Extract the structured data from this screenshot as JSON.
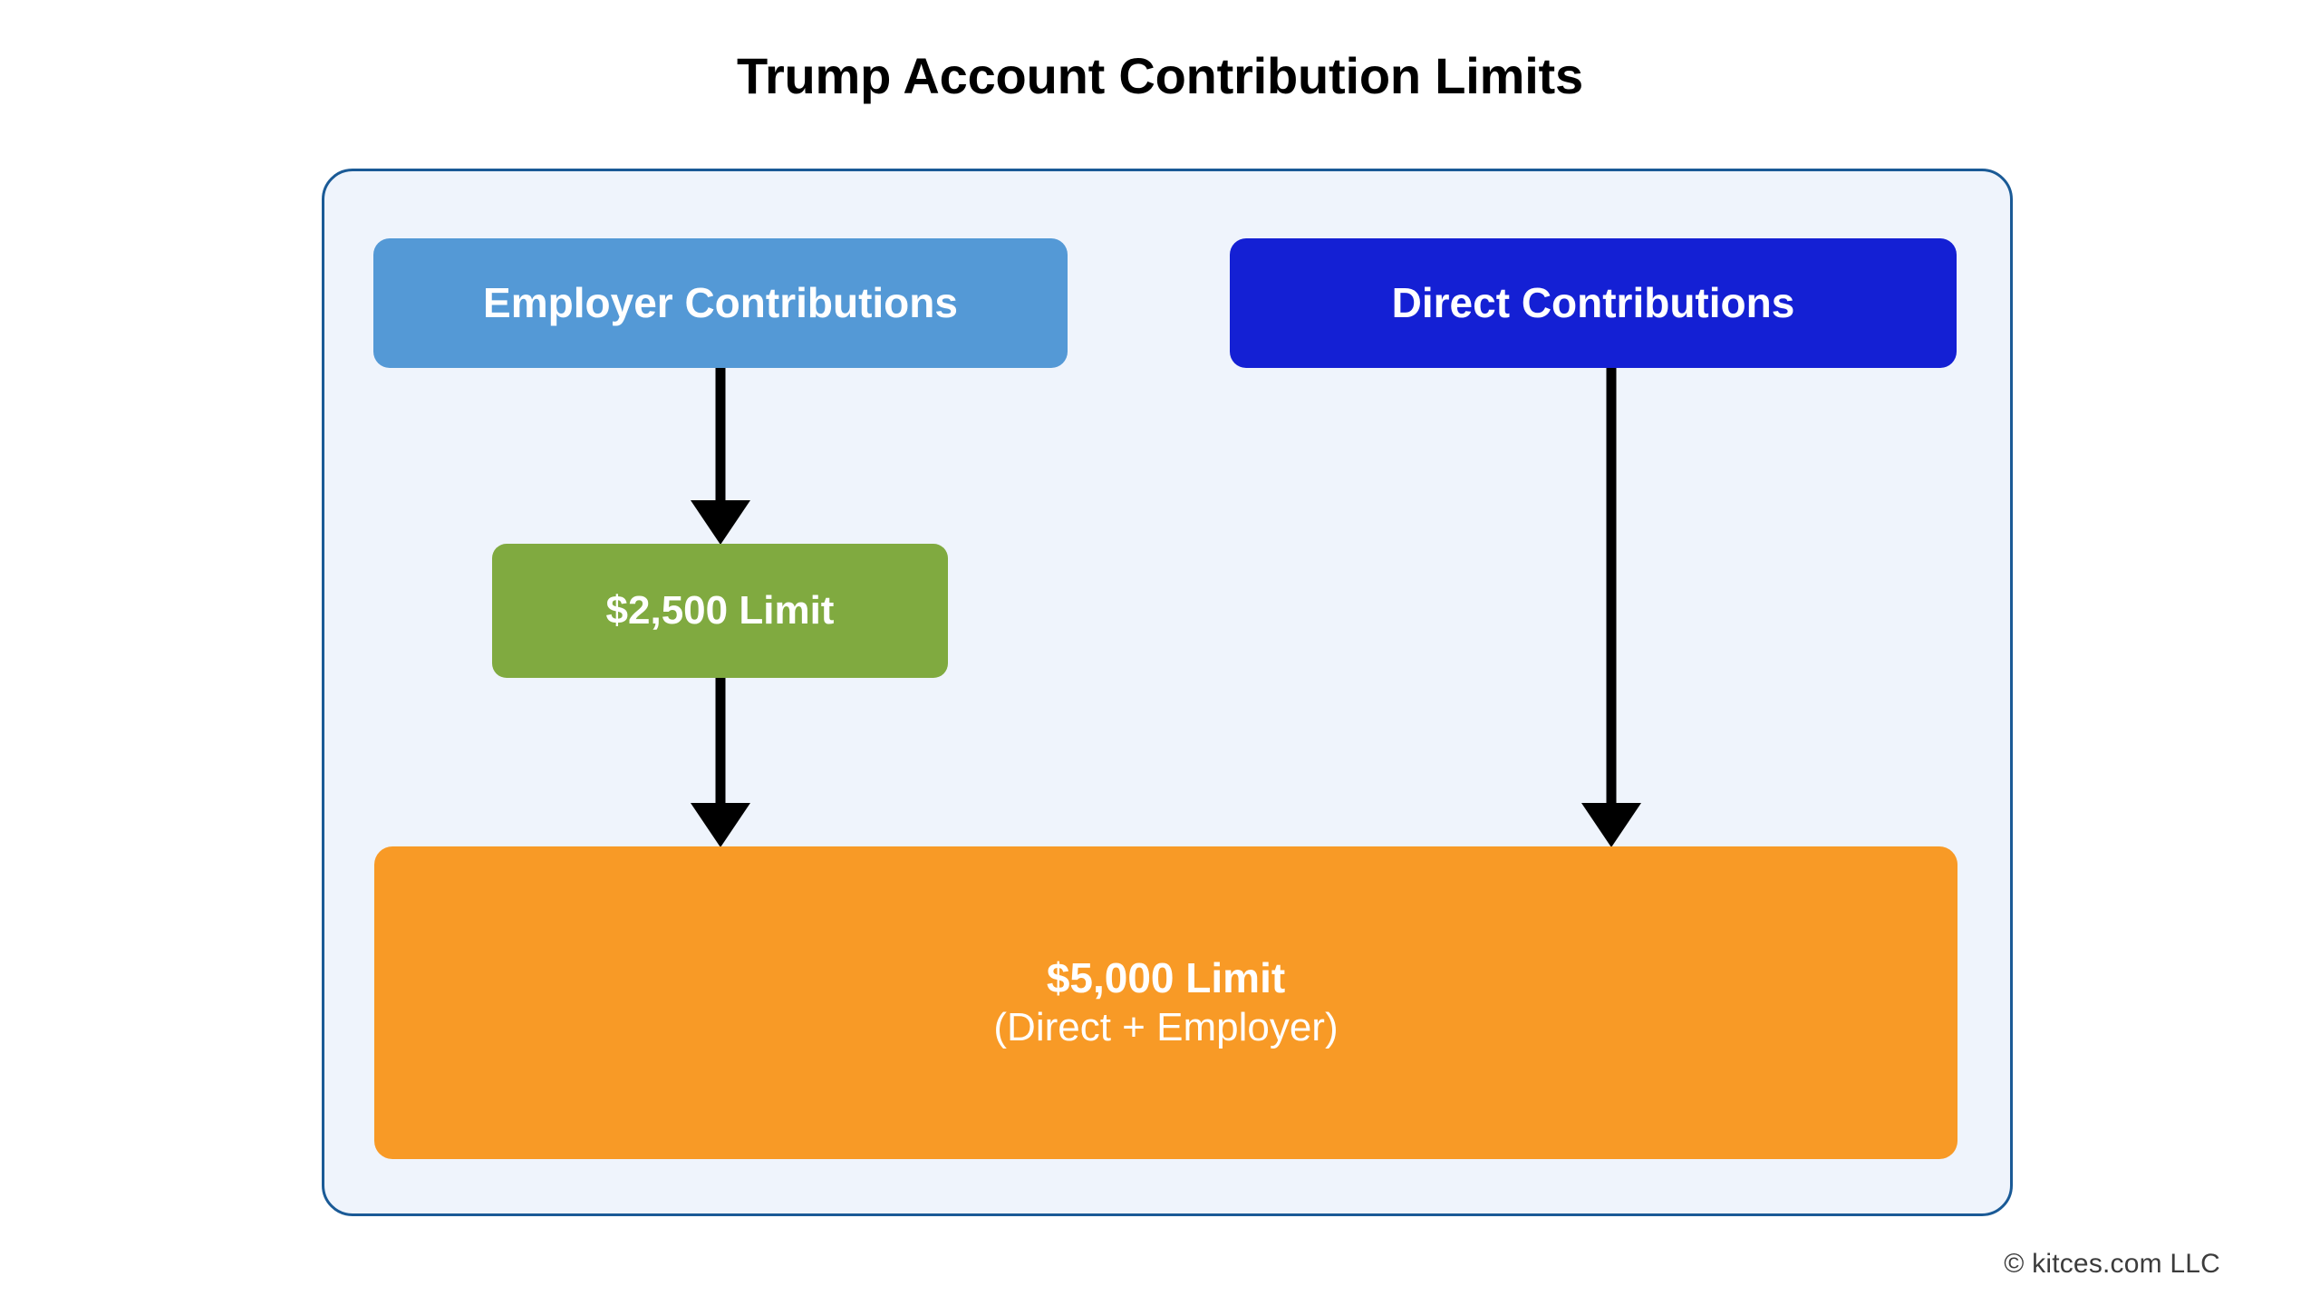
{
  "title": "Trump Account Contribution Limits",
  "footer": {
    "credit": "© kitces.com LLC"
  },
  "colors": {
    "panel_fill": "#eff4fc",
    "panel_border": "#1a5a96",
    "employer_box": "#5499d6",
    "direct_box": "#1420d4",
    "limit_2500_box": "#80aa40",
    "limit_5000_box": "#f89a26",
    "arrow": "#000000",
    "node_text": "#ffffff",
    "title_text": "#000000",
    "footer_text": "#3c3c3c"
  },
  "nodes": {
    "employer": {
      "label": "Employer Contributions"
    },
    "direct": {
      "label": "Direct Contributions"
    },
    "limit_2500": {
      "label": "$2,500 Limit"
    },
    "limit_5000": {
      "label": "$5,000 Limit",
      "sublabel": "(Direct + Employer)"
    }
  },
  "edges": [
    {
      "from": "employer",
      "to": "limit_2500"
    },
    {
      "from": "limit_2500",
      "to": "limit_5000"
    },
    {
      "from": "direct",
      "to": "limit_5000"
    }
  ]
}
